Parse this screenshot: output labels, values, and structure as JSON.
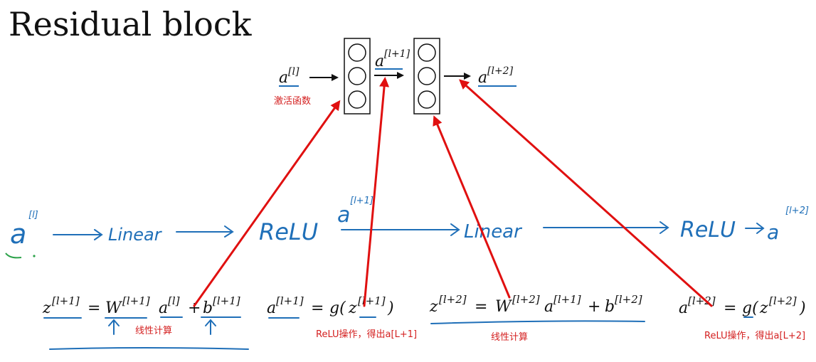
{
  "title": "Residual block",
  "network": {
    "input_label": {
      "base": "a",
      "sup": "[l]"
    },
    "mid_label": {
      "base": "a",
      "sup": "[l+1]"
    },
    "output_label": {
      "base": "a",
      "sup": "[l+2]"
    },
    "activation_note": "激活函数"
  },
  "handwritten": {
    "input": {
      "base": "a",
      "sup": "[l]"
    },
    "linear1": "Linear",
    "relu1": "ReLU",
    "mid": {
      "base": "a",
      "sup": "[l+1]"
    },
    "linear2": "Linear",
    "relu2": "ReLU",
    "output": {
      "base": "a",
      "sup": "[l+2]"
    }
  },
  "equations": {
    "eq1": {
      "lhs": "z",
      "lhs_sup": "[l+1]",
      "eq": "=",
      "w": "W",
      "w_sup": "[l+1]",
      "a": "a",
      "a_sup": "[l]",
      "plus": "+",
      "b": "b",
      "b_sup": "[l+1]"
    },
    "eq2": {
      "lhs": "a",
      "lhs_sup": "[l+1]",
      "eq": "=",
      "g": "g(",
      "z": "z",
      "z_sup": "[l+1]",
      "close": ")"
    },
    "eq3": {
      "lhs": "z",
      "lhs_sup": "[l+2]",
      "eq": "=",
      "w": "W",
      "w_sup": "[l+2]",
      "a": "a",
      "a_sup": "[l+1]",
      "plus": "+",
      "b": "b",
      "b_sup": "[l+2]"
    },
    "eq4": {
      "lhs": "a",
      "lhs_sup": "[l+2]",
      "eq": "=",
      "g": "g(",
      "z": "z",
      "z_sup": "[l+2]",
      "close": ")"
    }
  },
  "annotations": {
    "linear_calc_1": "线性计算",
    "relu_op_1": "ReLU操作，得出a[L+1]",
    "linear_calc_2": "线性计算",
    "relu_op_2": "ReLU操作，得出a[L+2]"
  },
  "colors": {
    "ink": "#111111",
    "pen_blue": "#1f6fb8",
    "pen_red": "#e01010",
    "pen_green": "#2ca24a",
    "note_red": "#d42020"
  }
}
